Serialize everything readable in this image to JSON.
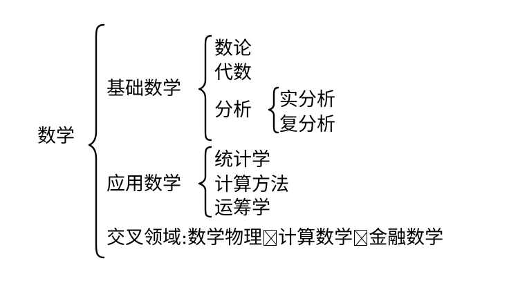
{
  "root": "数学",
  "branches": {
    "basic": {
      "label": "基础数学",
      "items": [
        "数论",
        "代数"
      ],
      "analysis": {
        "label": "分析",
        "items": [
          "实分析",
          "复分析"
        ]
      }
    },
    "applied": {
      "label": "应用数学",
      "items": [
        "统计学",
        "计算方法",
        "运筹学"
      ]
    },
    "cross": {
      "label": "交叉领域:数学物理",
      "parts": [
        "计算数学",
        "金融数学"
      ]
    }
  }
}
